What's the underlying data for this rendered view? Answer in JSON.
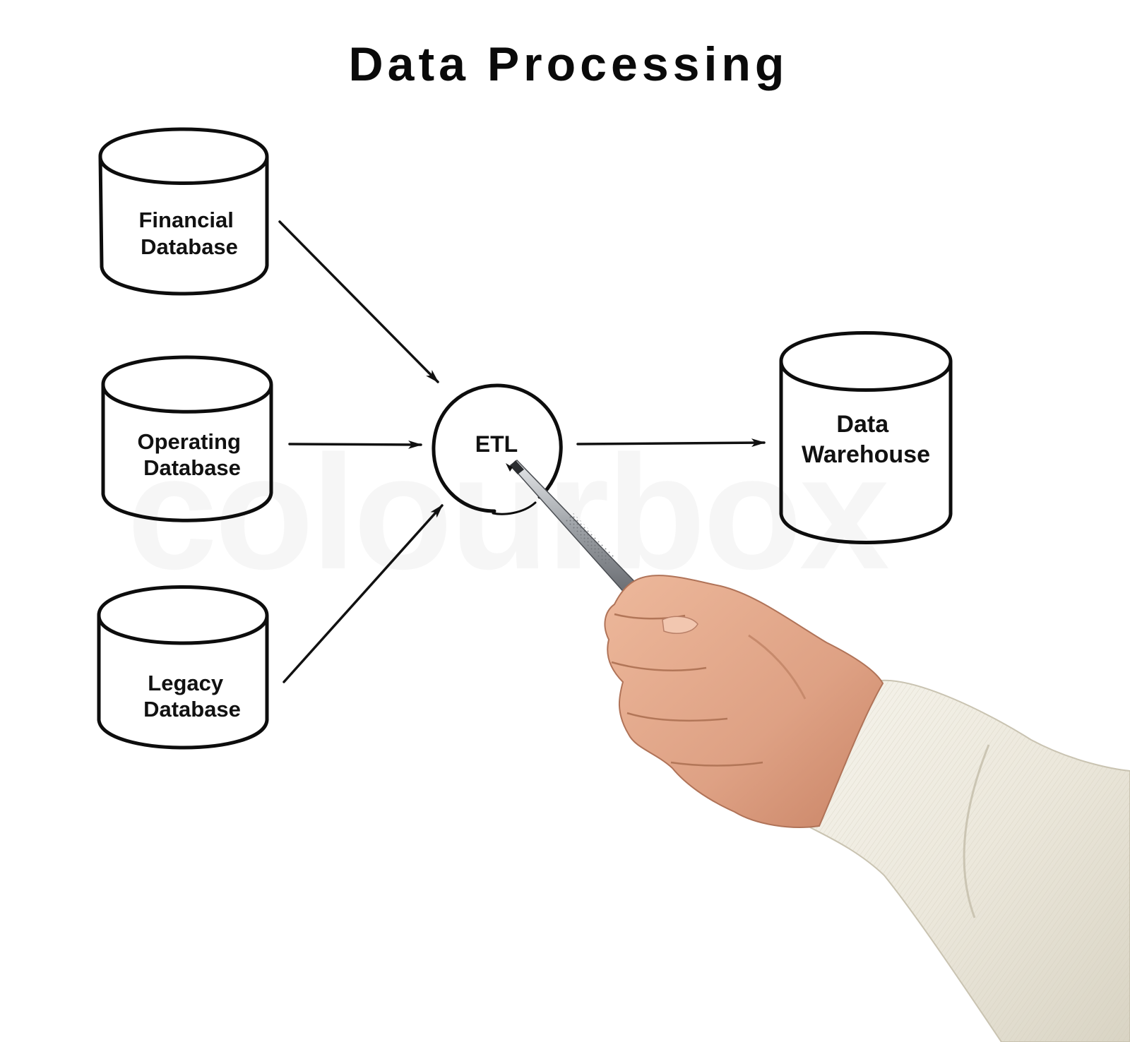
{
  "diagram": {
    "title": "Data Processing",
    "sources": [
      {
        "line1": "Financial",
        "line2": "Database"
      },
      {
        "line1": "Operating",
        "line2": "Database"
      },
      {
        "line1": "Legacy",
        "line2": "Database"
      }
    ],
    "process": {
      "label": "ETL"
    },
    "target": {
      "line1": "Data",
      "line2": "Warehouse"
    }
  },
  "watermark": {
    "text": "colourbox"
  },
  "colors": {
    "ink": "#0d0d0d",
    "background": "#ffffff",
    "skin": "#e3a98a",
    "sleeve": "#efece2",
    "pen_silver": "#b9bcc0"
  }
}
